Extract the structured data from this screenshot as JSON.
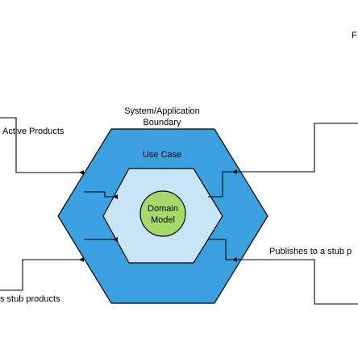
{
  "labels": {
    "corner": "F",
    "boundary_line1": "System/Application",
    "boundary_line2": "Boundary",
    "active_products": "Active Products",
    "use_case": "Use Case",
    "domain_line1": "Domain",
    "domain_line2": "Model",
    "publishes": "Publishes to a stub p",
    "stub_products": "s stub products"
  },
  "colors": {
    "outer_hexagon": "#3aa0e0",
    "inner_hexagon": "#c8e5f8",
    "domain_circle": "#a6d96a",
    "lines": "#000000"
  }
}
